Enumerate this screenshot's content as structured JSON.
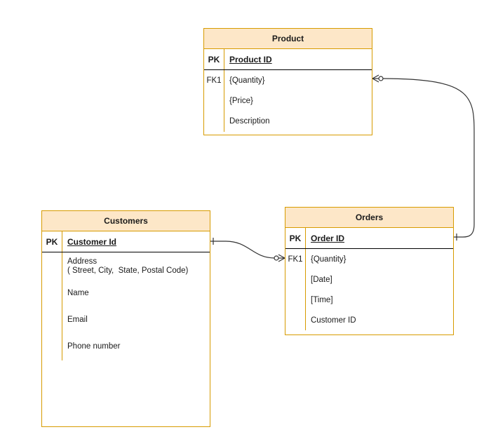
{
  "entities": {
    "product": {
      "title": "Product",
      "pk_label": "PK",
      "pk_name": "Product ID",
      "fk_label": "FK1",
      "attributes": [
        "{Quantity}",
        "{Price}",
        "Description"
      ]
    },
    "customers": {
      "title": "Customers",
      "pk_label": "PK",
      "pk_name": "Customer Id",
      "attributes": [
        "Address\n( Street, City,  State, Postal Code)",
        "Name",
        "Email",
        "Phone number"
      ]
    },
    "orders": {
      "title": "Orders",
      "pk_label": "PK",
      "pk_name": "Order ID",
      "fk_label": "FK1",
      "attributes": [
        "{Quantity}",
        "[Date]",
        "[Time]",
        "Customer ID"
      ]
    }
  },
  "relationships": [
    {
      "from": "Orders",
      "to": "Product",
      "from_cardinality": "one",
      "to_cardinality": "zero-or-many"
    },
    {
      "from": "Customers",
      "to": "Orders",
      "from_cardinality": "one",
      "to_cardinality": "zero-or-many"
    }
  ],
  "colors": {
    "border": "#d79b00",
    "header_fill": "#fde7c8",
    "line": "#333333"
  }
}
